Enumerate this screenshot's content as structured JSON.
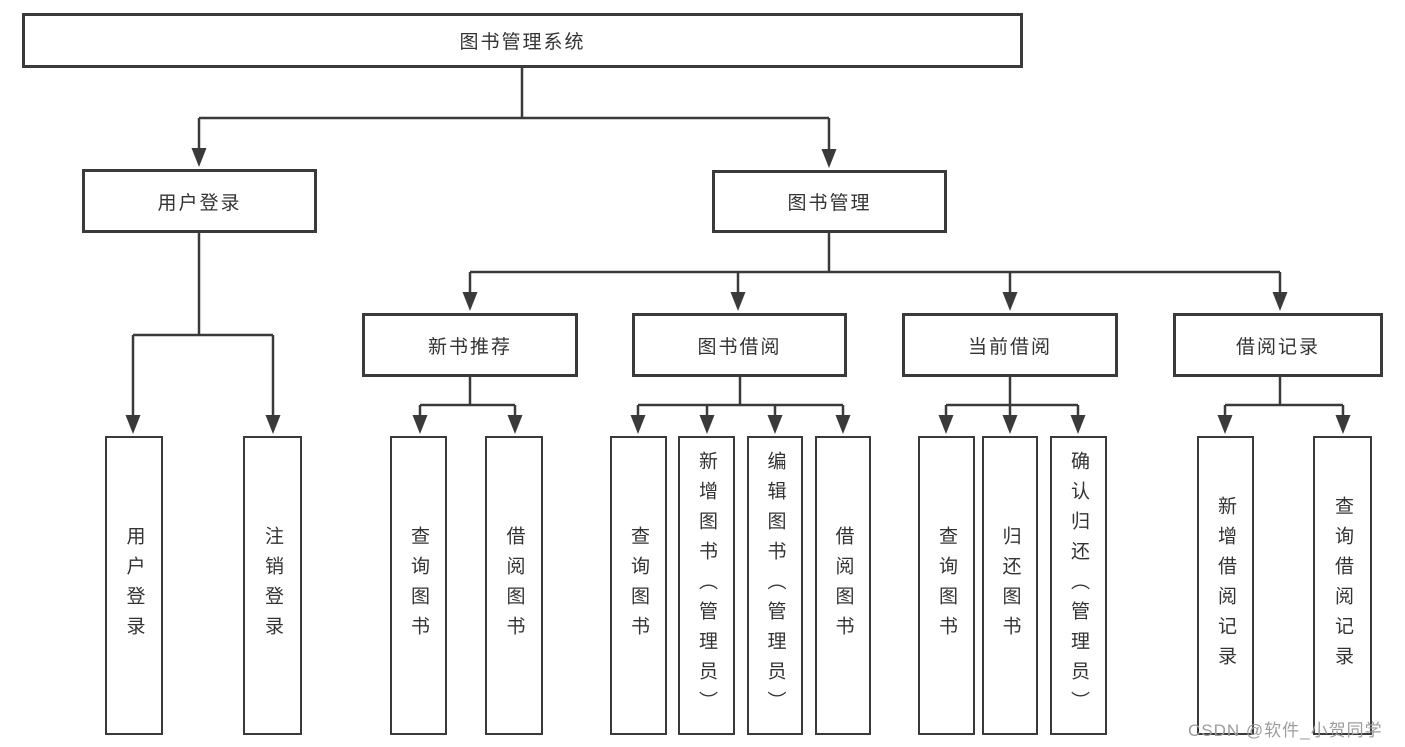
{
  "diagram": {
    "title": "图书管理系统",
    "colors": {
      "box_border": "#3a3a3a",
      "line": "#3a3a3a",
      "text": "#333333",
      "watermark": "#9c9c9c",
      "background": "#ffffff"
    },
    "tree": {
      "root": {
        "label": "图书管理系统"
      },
      "children": [
        {
          "label": "用户登录",
          "children": [
            {
              "label": "用户登录"
            },
            {
              "label": "注销登录"
            }
          ]
        },
        {
          "label": "图书管理",
          "children": [
            {
              "label": "新书推荐",
              "children": [
                {
                  "label": "查询图书"
                },
                {
                  "label": "借阅图书"
                }
              ]
            },
            {
              "label": "图书借阅",
              "children": [
                {
                  "label": "查询图书"
                },
                {
                  "label": "新增图书（管理员）"
                },
                {
                  "label": "编辑图书（管理员）"
                },
                {
                  "label": "借阅图书"
                }
              ]
            },
            {
              "label": "当前借阅",
              "children": [
                {
                  "label": "查询图书"
                },
                {
                  "label": "归还图书"
                },
                {
                  "label": "确认归还（管理员）"
                }
              ]
            },
            {
              "label": "借阅记录",
              "children": [
                {
                  "label": "新增借阅记录"
                },
                {
                  "label": "查询借阅记录"
                }
              ]
            }
          ]
        }
      ]
    },
    "watermark": {
      "text": "CSDN @软件_小贺同学"
    }
  }
}
